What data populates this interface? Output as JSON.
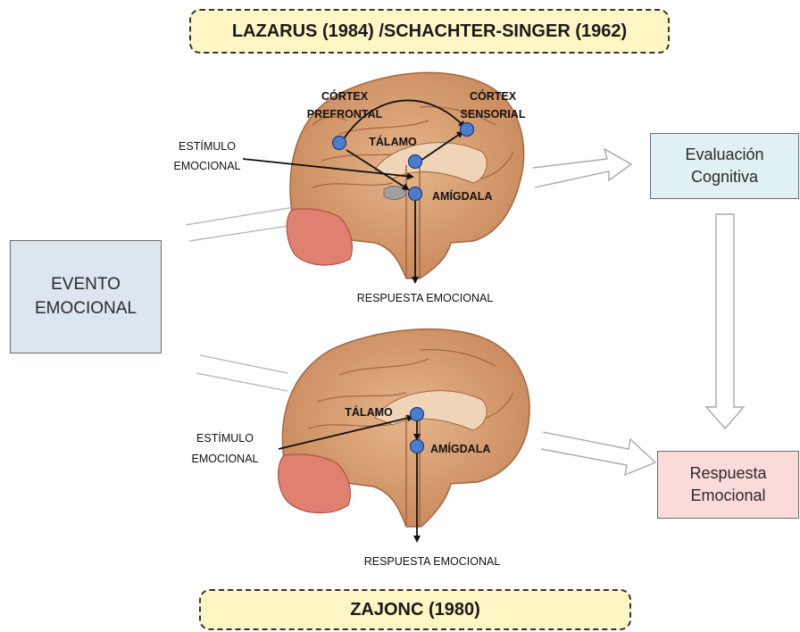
{
  "titles": {
    "top": "LAZARUS (1984) /SCHACHTER-SINGER (1962)",
    "bottom": "ZAJONC (1980)"
  },
  "boxes": {
    "evento": [
      "EVENTO",
      "EMOCIONAL"
    ],
    "evaluacion": [
      "Evaluación",
      "Cognitiva"
    ],
    "respuesta": [
      "Respuesta",
      "Emocional"
    ]
  },
  "top_brain": {
    "cortex_prefrontal": [
      "CÓRTEX",
      "PREFRONTAL"
    ],
    "cortex_sensorial": [
      "CÓRTEX",
      "SENSORIAL"
    ],
    "talamo": "TÁLAMO",
    "amigdala": "AMÍGDALA",
    "estimulo": [
      "ESTÍMULO",
      "EMOCIONAL"
    ],
    "respuesta": "RESPUESTA EMOCIONAL"
  },
  "bottom_brain": {
    "talamo": "TÁLAMO",
    "amigdala": "AMÍGDALA",
    "estimulo": [
      "ESTÍMULO",
      "EMOCIONAL"
    ],
    "respuesta": "RESPUESTA EMOCIONAL"
  },
  "colors": {
    "node": "#4a7cd0",
    "evento_box": "#dce6f1",
    "evaluacion_box": "#e1f0f2",
    "respuesta_box": "#fbdada",
    "title_box": "#fdf5c4"
  }
}
